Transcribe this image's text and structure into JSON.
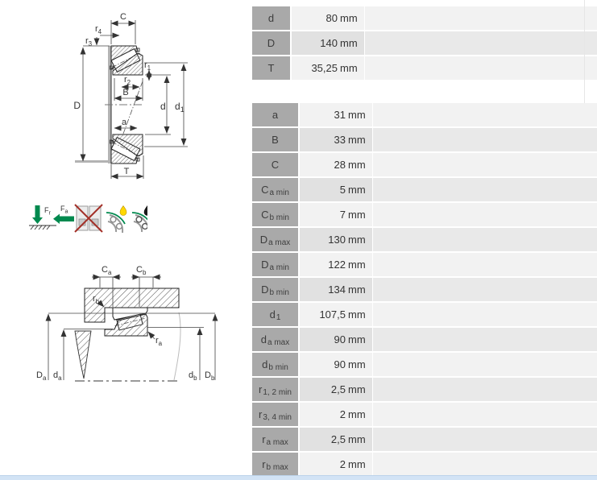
{
  "tables": {
    "unit": "mm",
    "main": {
      "rows": [
        {
          "base": "d",
          "sub": "",
          "value": "80"
        },
        {
          "base": "D",
          "sub": "",
          "value": "140"
        },
        {
          "base": "T",
          "sub": "",
          "value": "35,25"
        }
      ]
    },
    "mounting": {
      "rows": [
        {
          "base": "a",
          "sub": "",
          "value": "31"
        },
        {
          "base": "B",
          "sub": "",
          "value": "33"
        },
        {
          "base": "C",
          "sub": "",
          "value": "28"
        },
        {
          "base": "C",
          "sub": "a min",
          "value": "5"
        },
        {
          "base": "C",
          "sub": "b min",
          "value": "7"
        },
        {
          "base": "D",
          "sub": "a max",
          "value": "130"
        },
        {
          "base": "D",
          "sub": "a min",
          "value": "122"
        },
        {
          "base": "D",
          "sub": "b min",
          "value": "134"
        },
        {
          "base": "d",
          "sub": "1",
          "value": "107,5"
        },
        {
          "base": "d",
          "sub": "a max",
          "value": "90"
        },
        {
          "base": "d",
          "sub": "b min",
          "value": "90"
        },
        {
          "base": "r",
          "sub": "1, 2 min",
          "value": "2,5"
        },
        {
          "base": "r",
          "sub": "3, 4 min",
          "value": "2"
        },
        {
          "base": "r",
          "sub": "a max",
          "value": "2,5"
        },
        {
          "base": "r",
          "sub": "b max",
          "value": "2"
        }
      ]
    }
  },
  "drawings": {
    "section_labels": {
      "C": {
        "b": "C",
        "s": ""
      },
      "r4": {
        "b": "r",
        "s": "4"
      },
      "r3": {
        "b": "r",
        "s": "3"
      },
      "D": {
        "b": "D",
        "s": ""
      },
      "r1": {
        "b": "r",
        "s": "1"
      },
      "r2": {
        "b": "r",
        "s": "2"
      },
      "B": {
        "b": "B",
        "s": ""
      },
      "d": {
        "b": "d",
        "s": ""
      },
      "d1": {
        "b": "d",
        "s": "1"
      },
      "a": {
        "b": "a",
        "s": ""
      },
      "T": {
        "b": "T",
        "s": ""
      }
    },
    "mounting_labels": {
      "Ca": {
        "b": "C",
        "s": "a"
      },
      "Cb": {
        "b": "C",
        "s": "b"
      },
      "rb": {
        "b": "r",
        "s": "b"
      },
      "ra": {
        "b": "r",
        "s": "a"
      },
      "Da": {
        "b": "D",
        "s": "a"
      },
      "da": {
        "b": "d",
        "s": "a"
      },
      "db": {
        "b": "d",
        "s": "b"
      },
      "Db": {
        "b": "D",
        "s": "b"
      }
    },
    "icons": {
      "radial_load": {
        "base": "F",
        "sub": "r"
      },
      "axial_load": {
        "base": "F",
        "sub": "a"
      },
      "no_seals": {
        "name": "open-bearing-no-seals"
      },
      "grease": {
        "name": "grease-lubrication"
      },
      "oil": {
        "name": "oil-lubrication"
      }
    }
  },
  "colors": {
    "label_cell": "#a9a9a9",
    "row_light": "#f2f2f2",
    "row_dark_value": "#e1e1e1",
    "row_dark_rest": "#e9e9e9",
    "arrow_green": "#00894e",
    "cross_red": "#a33028",
    "drop_yellow": "#ffd800",
    "drop_black": "#1a1a1a",
    "bottom_bar": "#d2e3f5"
  }
}
